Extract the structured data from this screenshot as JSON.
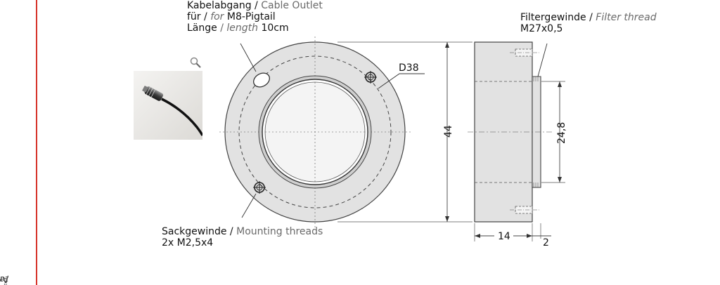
{
  "side_note": {
    "de": "Änderungen vorbehalten",
    "sep": " / ",
    "en": "technical changes reserved"
  },
  "cable_outlet": {
    "line1_de": "Kabelabgang",
    "line1_en": "Cable Outlet",
    "line2_de": "für",
    "line2_en": "for",
    "line2_value": "M8-Pigtail",
    "line3_de": "Länge",
    "line3_en": "length",
    "line3_value": "10cm",
    "sep": " / "
  },
  "filter_thread": {
    "de": "Filtergewinde",
    "en": "Filter thread",
    "value": "M27x0,5",
    "sep": " / "
  },
  "mounting_threads": {
    "de": "Sackgewinde",
    "en": "Mounting threads",
    "value": "2x M2,5x4",
    "sep": " / "
  },
  "dimensions": {
    "bolt_circle": "D38",
    "outer_diameter": "44",
    "inner_diameter": "24,8",
    "width": "14",
    "step": "2"
  },
  "colors": {
    "accent_rule": "#d6342b",
    "body_fill": "#e2e2e2",
    "english_text": "#6a6a6a"
  },
  "icons": {
    "zoom": "magnifier-icon"
  }
}
